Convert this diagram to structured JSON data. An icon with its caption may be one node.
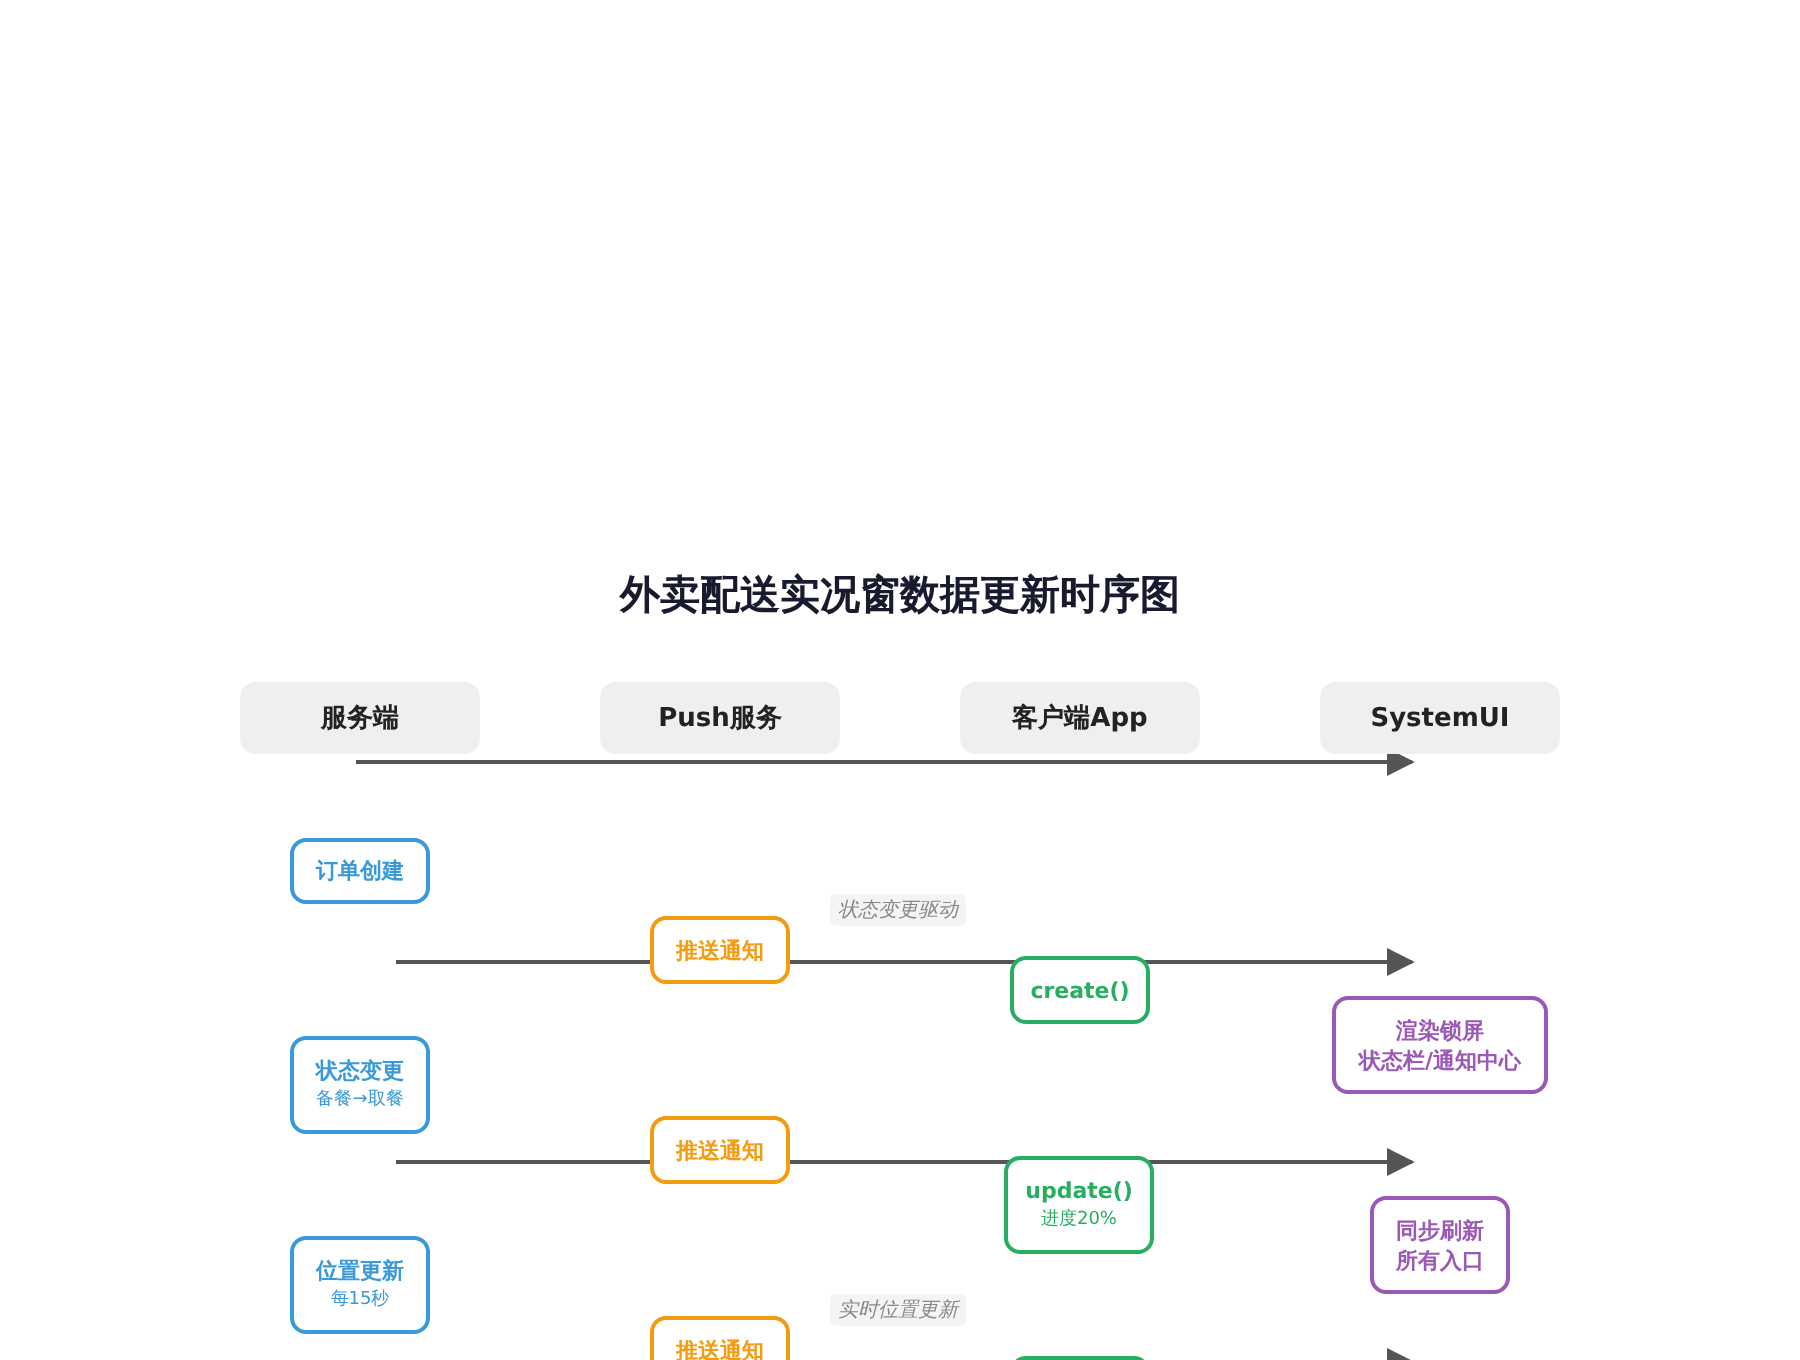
{
  "diagram": {
    "title": "外卖配送实况窗数据更新时序图",
    "nodes": [
      {
        "text": [
          "服务端"
        ]
      },
      {
        "text": [
          "Push服务"
        ]
      },
      {
        "text": [
          "客户端App"
        ]
      },
      {
        "text": [
          "SystemUI"
        ]
      },
      {
        "text": [
          "订单创建"
        ]
      },
      {
        "text": [
          "推送通知"
        ]
      },
      {
        "text": [
          "create()"
        ]
      },
      {
        "text": [
          "渲染锁屏",
          "状态栏/通知中心"
        ]
      },
      {
        "text": [
          "状态变更",
          "备餐→取餐"
        ]
      },
      {
        "text": [
          "推送通知"
        ]
      },
      {
        "text": [
          "update()",
          "进度20%"
        ]
      },
      {
        "text": [
          "同步刷新",
          "所有入口"
        ]
      },
      {
        "text": [
          "位置更新",
          "每15秒"
        ]
      },
      {
        "text": [
          "推送通知"
        ]
      },
      {
        "text": [],
        "shape": "box"
      }
    ],
    "edges": [
      {
        "from": 0,
        "to": 3,
        "arrow": "to"
      }
    ],
    "labels": [
      "状态变更驱动",
      "实时位置更新"
    ]
  }
}
